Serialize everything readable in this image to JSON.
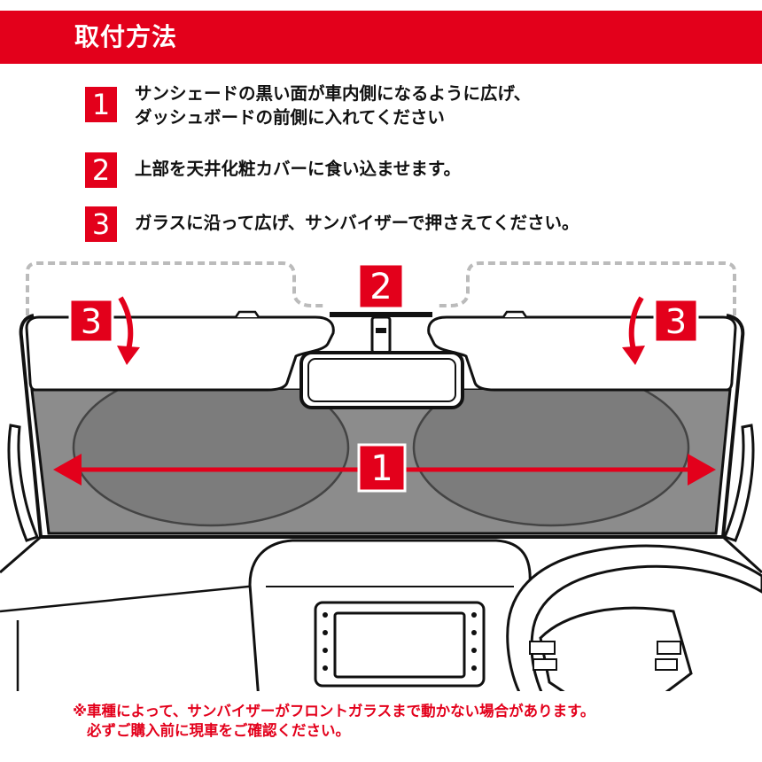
{
  "header": {
    "title": "取付方法"
  },
  "steps": [
    {
      "number": "1",
      "text_line1": "サンシェードの黒い面が車内側になるように広げ、",
      "text_line2": "ダッシュボードの前側に入れてください"
    },
    {
      "number": "2",
      "text_line1": "上部を天井化粧カバーに食い込ませます。"
    },
    {
      "number": "3",
      "text_line1": "ガラスに沿って広げ、サンバイザーで押さえてください。"
    }
  ],
  "diagram": {
    "callouts": {
      "spread": "1",
      "top_tuck": "2",
      "visor_left": "3",
      "visor_right": "3"
    }
  },
  "note": {
    "line1": "※車種によって、サンバイザーがフロントガラスまで動かない場合があります。",
    "line2": "必ずご購入前に現車をご確認ください。"
  },
  "colors": {
    "accent": "#e3001b",
    "shade": "#8c8c8c",
    "shade_circle": "#7c7c7c"
  }
}
